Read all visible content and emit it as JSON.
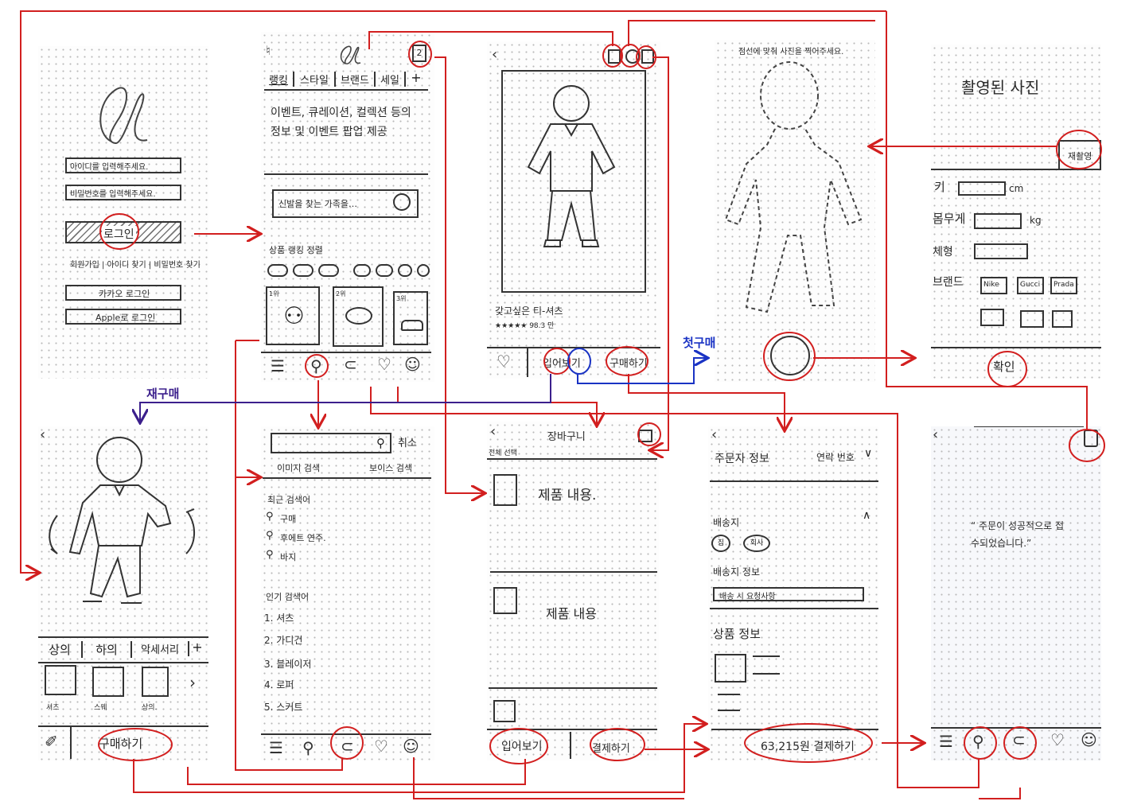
{
  "login": {
    "id_placeholder": "아이디를 입력해주세요.",
    "pw_placeholder": "비밀번호를 입력해주세요.",
    "login_button": "로그인",
    "links": "회원가입 | 아이디 찾기 | 비밀번호 찾기",
    "kakao_button": "카카오 로그인",
    "apple_button": "Apple로 로그인"
  },
  "home": {
    "cart_badge": "2",
    "tabs": [
      "랭킹",
      "스타일",
      "브랜드",
      "세일",
      "+"
    ],
    "banner_text": "이벤트, 큐레이션, 컬렉션 등의 정보 및 이벤트 팝업 제공",
    "search_hint": "신발을 찾는 가족을…",
    "section_title": "상품 랭킹 정렬",
    "product_tags": [
      "1위",
      "2위",
      "3위"
    ]
  },
  "detail": {
    "product_name": "갖고싶은 티-셔츠",
    "rating": "★★★★★ 98.3 만",
    "try_on_button": "입어보기",
    "buy_button": "구매하기"
  },
  "camera": {
    "guide_text": "점선에 맞춰 사진을 찍어주세요."
  },
  "body_info": {
    "title": "촬영된 사진",
    "retake_button": "재촬영",
    "height_label": "키",
    "height_unit": "cm",
    "weight_label": "몸무게",
    "weight_unit": "kg",
    "body_type_label": "체형",
    "brand_label": "브랜드",
    "brands": [
      "Nike",
      "Gucci",
      "Prada"
    ],
    "confirm_button": "확인"
  },
  "fitting": {
    "tabs": [
      "상의",
      "하의",
      "악세서리",
      "+"
    ],
    "item_labels": [
      "셔츠",
      "스웨",
      "상의."
    ],
    "buy_button": "구매하기"
  },
  "search": {
    "cancel": "취소",
    "image_search": "이미지 검색",
    "voice_search": "보이스 검색",
    "recent_title": "최근 검색어",
    "recent": [
      "구매",
      "후에트 연주.",
      "바지"
    ],
    "popular_title": "인기 검색어",
    "popular": [
      "1. 셔츠",
      "2. 가디건",
      "3. 블레이저",
      "4. 로퍼",
      "5. 스커트"
    ]
  },
  "cart": {
    "title": "장바구니",
    "select_all": "전체 선택",
    "items": [
      "제품 내용.",
      "제품 내용"
    ],
    "try_on_button": "입어보기",
    "pay_button": "결제하기"
  },
  "order": {
    "orderer_info": "주문자 정보",
    "contact": "연락 번호",
    "delivery": "배송지",
    "delivery_options": [
      "집",
      "회사"
    ],
    "delivery_info": "배송지 정보",
    "delivery_request": "배송 시 요청사항",
    "product_info": "상품 정보",
    "pay_button": "63,215원 결제하기"
  },
  "complete": {
    "message": "“ 주문이 성공적으로 접수되었습니다.”"
  },
  "annotations": {
    "rebuy": "재구매",
    "first_buy": "첫구매"
  },
  "colors": {
    "ink": "#2a2a2a",
    "flow_arrow": "#d21f1f",
    "rebuy_arrow": "#3b1f8c",
    "first_buy_arrow": "#1a33c4"
  }
}
